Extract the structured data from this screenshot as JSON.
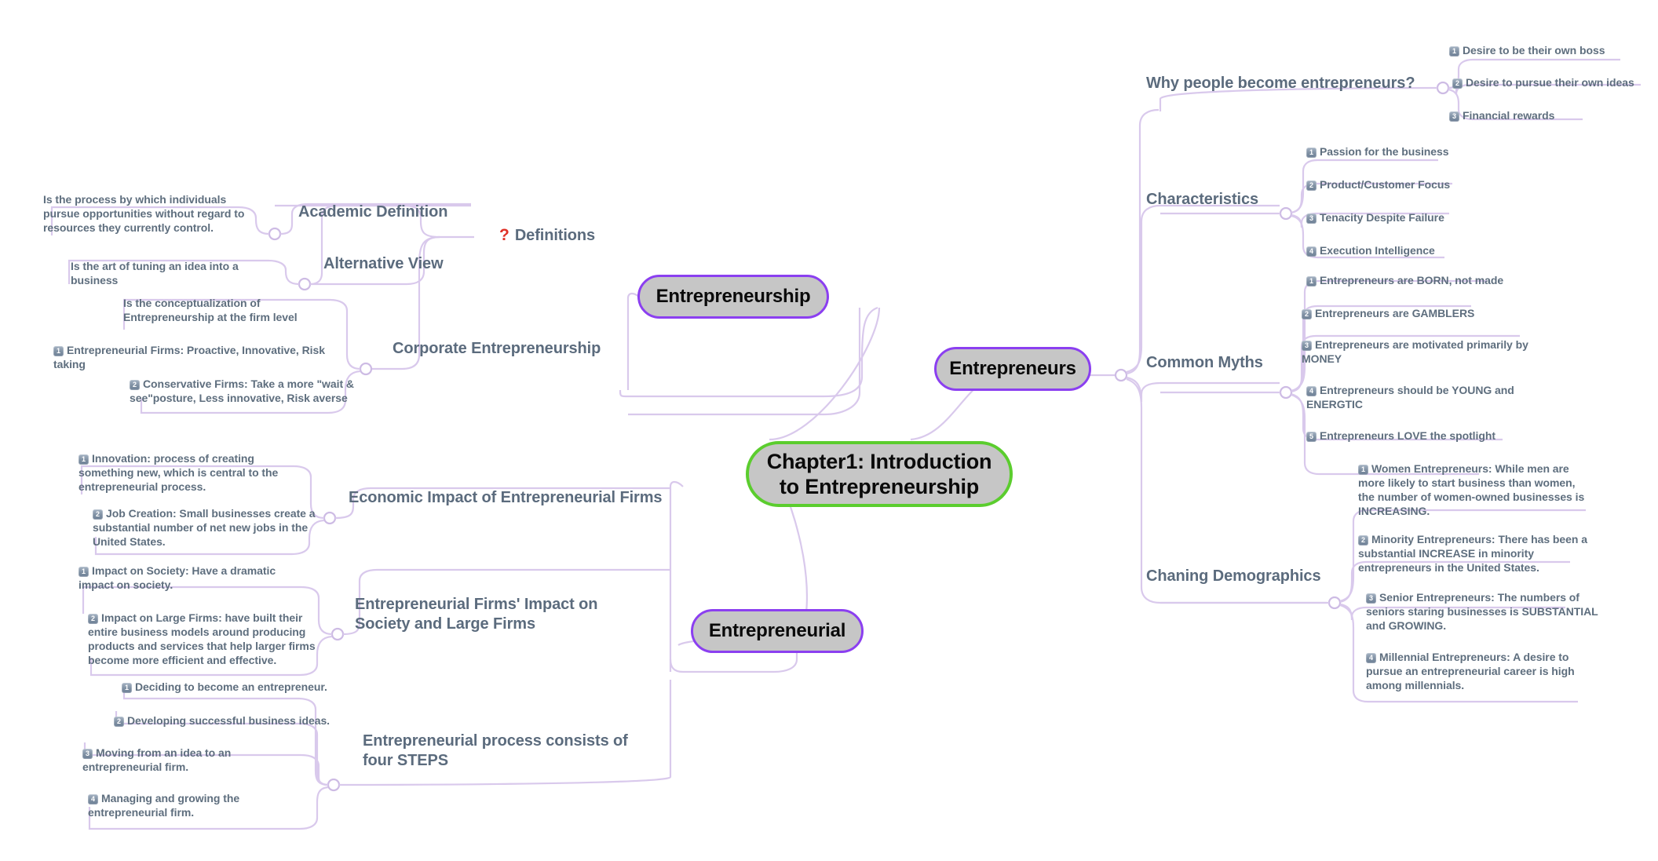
{
  "meta": {
    "colors": {
      "root_border": "#5bcd2e",
      "node_border": "#8b3ff0",
      "node_fill": "#c6c6c6",
      "link": "#d9c9ec",
      "branch_text": "#5b6b7d",
      "leaf_text": "#5e6e7e",
      "accent_question": "#e03127",
      "badge": "#7f90a3"
    }
  },
  "root": {
    "label": "Chapter1: Introduction to Entrepreneurship"
  },
  "nodes": {
    "entrepreneurship": {
      "label": "Entrepreneurship"
    },
    "entrepreneurs": {
      "label": "Entrepreneurs"
    },
    "entrepreneurial": {
      "label": "Entrepreneurial"
    }
  },
  "branches": {
    "definitions": {
      "icon": "question-mark-icon",
      "icon_glyph": "?",
      "label": "Definitions",
      "children": [
        {
          "label": "Academic Definition",
          "leaves": [
            {
              "num": "",
              "text": "Is the process by which individuals pursue opportunities without regard to resources they currently control."
            }
          ]
        },
        {
          "label": "Alternative View",
          "leaves": [
            {
              "num": "",
              "text": "Is the art of tuning an idea into a business"
            }
          ]
        },
        {
          "label": "Corporate Entrepreneurship",
          "leaves": [
            {
              "num": "",
              "text": "Is the conceptualization of Entrepreneurship at the firm level"
            },
            {
              "num": "1",
              "text": "Entrepreneurial Firms: Proactive, Innovative, Risk taking"
            },
            {
              "num": "2",
              "text": "Conservative Firms: Take a more \"wait & see\"posture, Less innovative, Risk averse"
            }
          ]
        }
      ]
    },
    "economic_impact": {
      "label": "Economic Impact of Entrepreneurial Firms",
      "leaves": [
        {
          "num": "1",
          "text": "Innovation: process of creating something new, which is central to the entrepreneurial process."
        },
        {
          "num": "2",
          "text": "Job Creation: Small businesses create a substantial number of net new jobs in the United States."
        }
      ]
    },
    "society_impact": {
      "label": "Entrepreneurial Firms' Impact on Society and Large Firms",
      "leaves": [
        {
          "num": "1",
          "text": "Impact on Society: Have a dramatic impact on society."
        },
        {
          "num": "2",
          "text": "Impact on Large Firms: have built their entire business models around producing products and services that help larger firms become more efficient and effective."
        }
      ]
    },
    "process_steps": {
      "label": "Entrepreneurial process consists of four STEPS",
      "leaves": [
        {
          "num": "1",
          "text": "Deciding to become an entrepreneur."
        },
        {
          "num": "2",
          "text": "Developing successful business ideas."
        },
        {
          "num": "3",
          "text": "Moving from an idea to an entrepreneurial firm."
        },
        {
          "num": "4",
          "text": "Managing and growing the entrepreneurial firm."
        }
      ]
    },
    "why_become": {
      "label": "Why people become entrepreneurs?",
      "leaves": [
        {
          "num": "1",
          "text": "Desire to be their own boss"
        },
        {
          "num": "2",
          "text": "Desire to pursue their own ideas"
        },
        {
          "num": "3",
          "text": "Financial rewards"
        }
      ]
    },
    "characteristics": {
      "label": "Characteristics",
      "leaves": [
        {
          "num": "1",
          "text": "Passion for the business"
        },
        {
          "num": "2",
          "text": "Product/Customer Focus"
        },
        {
          "num": "3",
          "text": "Tenacity Despite Failure"
        },
        {
          "num": "4",
          "text": "Execution Intelligence"
        }
      ]
    },
    "common_myths": {
      "label": "Common Myths",
      "leaves": [
        {
          "num": "1",
          "text": "Entrepreneurs are BORN, not made"
        },
        {
          "num": "2",
          "text": "Entrepreneurs are GAMBLERS"
        },
        {
          "num": "3",
          "text": "Entrepreneurs are motivated primarily by MONEY"
        },
        {
          "num": "4",
          "text": "Entrepreneurs should be YOUNG and ENERGTIC"
        },
        {
          "num": "5",
          "text": "Entrepreneurs LOVE the spotlight"
        }
      ]
    },
    "demographics": {
      "label": "Chaning Demographics",
      "leaves": [
        {
          "num": "1",
          "text": "Women Entrepreneurs: While men are more likely to start business than women, the number of women-owned businesses is INCREASING."
        },
        {
          "num": "2",
          "text": "Minority Entrepreneurs: There has been a substantial INCREASE in minority entrepreneurs in the United States."
        },
        {
          "num": "3",
          "text": "Senior Entrepreneurs: The numbers of seniors staring businesses is SUBSTANTIAL and GROWING."
        },
        {
          "num": "4",
          "text": "Millennial Entrepreneurs: A desire to pursue an entrepreneurial career is high among millennials."
        }
      ]
    }
  }
}
